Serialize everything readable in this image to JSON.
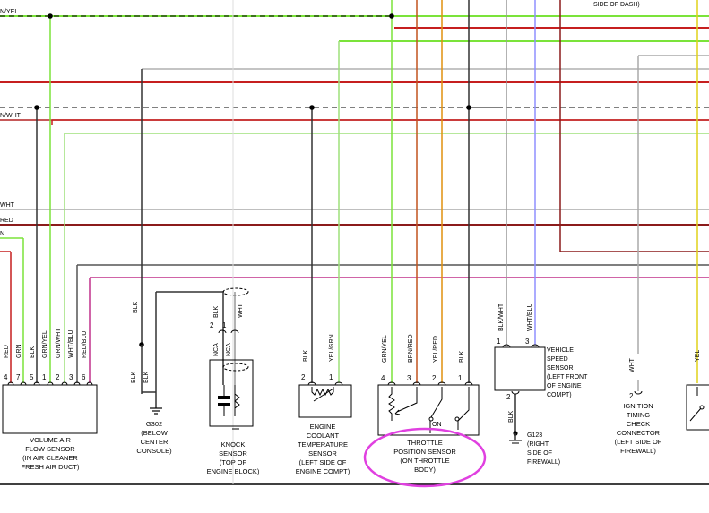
{
  "top_label": "SIDE OF DASH)",
  "left_wire_labels": [
    "N/YEL",
    "N/WHT",
    "WHT",
    "RED",
    "N"
  ],
  "components": {
    "maf": {
      "title": [
        "VOLUME AIR",
        "FLOW SENSOR",
        "(IN AIR CLEANER",
        "FRESH AIR DUCT)"
      ],
      "wires": [
        "RED",
        "GRN",
        "BLK",
        "GRN/YEL",
        "GRN/WHT",
        "WHT/BLU",
        "RED/BLU"
      ],
      "pins": [
        "4",
        "7",
        "5",
        "1",
        "2",
        "3",
        "6"
      ]
    },
    "ground_g302": {
      "wires": [
        "BLK",
        "BLK",
        "BLK"
      ],
      "title": [
        "G302",
        "(BELOW",
        "CENTER",
        "CONSOLE)"
      ]
    },
    "knock": {
      "wires": [
        "BLK",
        "WHT",
        "NCA",
        "NCA"
      ],
      "pins": [
        "2",
        "1"
      ],
      "title": [
        "KNOCK",
        "SENSOR",
        "(TOP OF",
        "ENGINE BLOCK)"
      ]
    },
    "ect": {
      "wires": [
        "BLK",
        "YEL/GRN"
      ],
      "pins": [
        "2",
        "1"
      ],
      "title": [
        "ENGINE",
        "COOLANT",
        "TEMPERATURE",
        "SENSOR",
        "(LEFT SIDE OF",
        "ENGINE COMPT)"
      ]
    },
    "tps": {
      "wires": [
        "GRN/YEL",
        "BRN/RED",
        "YEL/RED",
        "BLK"
      ],
      "pins": [
        "4",
        "3",
        "2",
        "1"
      ],
      "on_label": "ON",
      "title": [
        "THROTTLE",
        "POSITION SENSOR",
        "(ON THROTTLE",
        "BODY)"
      ]
    },
    "vss": {
      "wires": [
        "BLK/WHT",
        "WHT/BLU",
        "BLK"
      ],
      "pins": [
        "1",
        "3",
        "2"
      ],
      "title": [
        "VEHICLE",
        "SPEED",
        "SENSOR",
        "(LEFT FRONT",
        "OF ENGINE",
        "COMPT)"
      ]
    },
    "g123": {
      "title": [
        "G123",
        "(RIGHT",
        "SIDE OF",
        "FIREWALL)"
      ]
    },
    "ignition": {
      "wires": [
        "WHT"
      ],
      "pins": [
        "2"
      ],
      "title": [
        "IGNITION",
        "TIMING",
        "CHECK",
        "CONNECTOR",
        "(LEFT SIDE OF",
        "FIREWALL)"
      ]
    },
    "right_partial": {
      "wires": [
        "YEL"
      ]
    }
  },
  "highlight_color": "#e040e0"
}
